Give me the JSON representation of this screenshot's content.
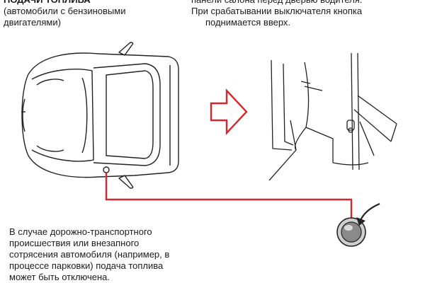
{
  "heading": {
    "title": "ПОДАЧИ ТОПЛИВА",
    "subtitle_lines": [
      "(автомобили с бензиновыми",
      "двигателями)"
    ]
  },
  "note": {
    "lines": [
      "панели салона перед дверью водителя.",
      "При срабатывании выключателя кнопка",
      "поднимается вверх."
    ]
  },
  "caption": {
    "lines": [
      "В случае дорожно-транспортного",
      "происшествия или внезапного",
      "сотрясения автомобиля (например, в",
      "процессе парковки) подача топлива",
      "может быть отключена."
    ]
  },
  "colors": {
    "accent": "#d6262e",
    "line_art": "#222222",
    "button_fill": "#8a8a8a"
  },
  "icons": {
    "arrow": "right-arrow-icon",
    "button": "fuel-cutoff-button-icon"
  }
}
